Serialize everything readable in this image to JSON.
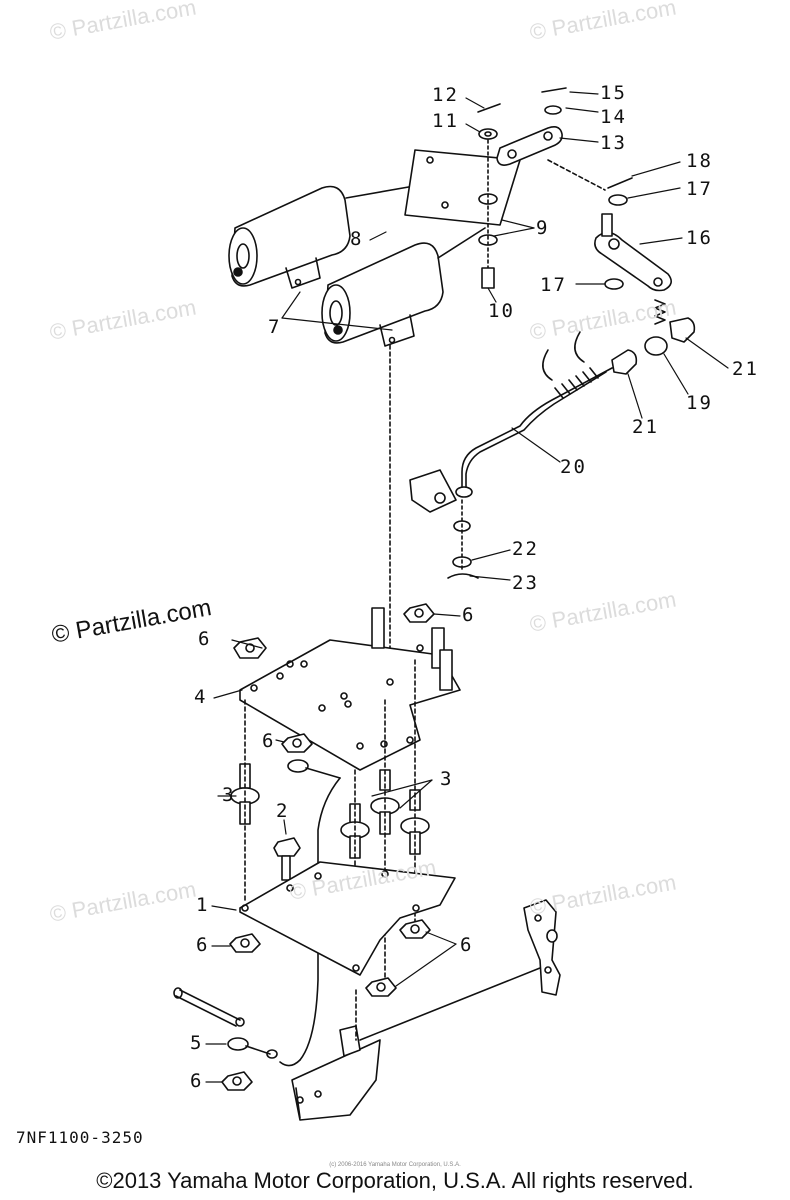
{
  "watermarks": [
    "© Partzilla.com",
    "© Partzilla.com",
    "© Partzilla.com",
    "© Partzilla.com",
    "© Partzilla.com",
    "© Partzilla.com",
    "© Partzilla.com",
    "© Partzilla.com",
    "© Partzilla.com"
  ],
  "callouts": {
    "c1": "1",
    "c2": "2",
    "c3a": "3",
    "c3b": "3",
    "c4": "4",
    "c5": "5",
    "c6a": "6",
    "c6b": "6",
    "c6c": "6",
    "c6d": "6",
    "c6e": "6",
    "c6f": "6",
    "c7": "7",
    "c8": "8",
    "c9": "9",
    "c10": "10",
    "c11": "11",
    "c12": "12",
    "c13": "13",
    "c14": "14",
    "c15": "15",
    "c16": "16",
    "c17a": "17",
    "c17b": "17",
    "c18": "18",
    "c19": "19",
    "c20": "20",
    "c21a": "21",
    "c21b": "21",
    "c22": "22",
    "c23": "23"
  },
  "diagram_code": "7NF1100-3250",
  "tiny_notice": "(c) 2006-2016 Yamaha Motor Corporation, U.S.A.",
  "copyright": "©2013 Yamaha Motor Corporation, U.S.A. All rights reserved."
}
